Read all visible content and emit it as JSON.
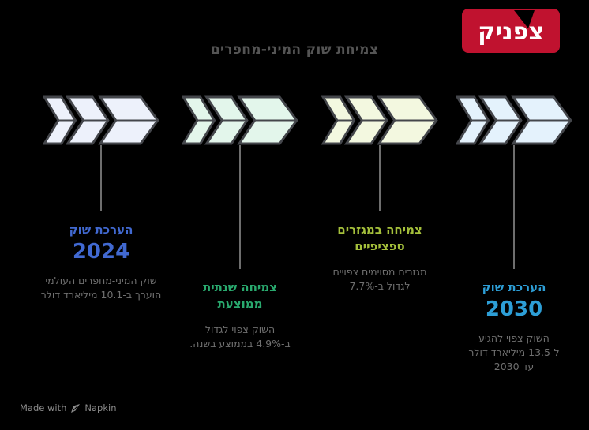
{
  "page": {
    "background": "#000000"
  },
  "logo": {
    "text": "צפניק",
    "bg_color": "#c0122f",
    "text_color": "#ffffff"
  },
  "title": "צמיחת שוק המיני-מחפרים",
  "steps": [
    {
      "fill": "#edf1fb",
      "accent": "#4169d1",
      "title_lines": [
        "הערכת שוק"
      ],
      "year": "2024",
      "desc_lines": [
        "שוק המיני-מחפרים העולמי",
        "הוערך ב-10.1 מיליארד דולר"
      ]
    },
    {
      "fill": "#e3f6eb",
      "accent": "#29a96e",
      "title_lines": [
        "צמיחה שנתית",
        "ממוצעת"
      ],
      "year": "",
      "desc_lines": [
        "השוק צפוי לגדול",
        "ב-4.9% בממוצע בשנה."
      ]
    },
    {
      "fill": "#f3f8e0",
      "accent": "#a4bf3b",
      "title_lines": [
        "צמיחה במגזרים",
        "ספציפיים"
      ],
      "year": "",
      "desc_lines": [
        "מגזרים מסוימים צפויים",
        "לגדול ב-7.7%"
      ]
    },
    {
      "fill": "#e4f2fc",
      "accent": "#2d9ed6",
      "title_lines": [
        "הערכת שוק"
      ],
      "year": "2030",
      "desc_lines": [
        "השוק צפוי להגיע",
        "ל-13.5 מיליארד דולר",
        "עד 2030"
      ]
    }
  ],
  "chevron_stroke": "#44464b",
  "footer": {
    "made_with": "Made with",
    "brand": "Napkin"
  }
}
